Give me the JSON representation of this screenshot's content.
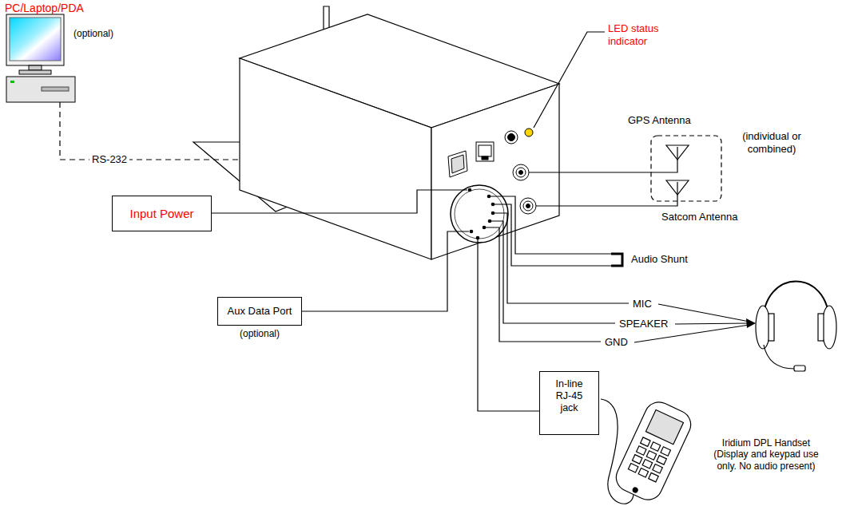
{
  "diagram": {
    "nodes": [
      {
        "text": [
          "Input Power"
        ]
      },
      {
        "text": [
          "Aux Data Port",
          "(optional)"
        ]
      },
      {
        "text": [
          "In-line RJ-45 jack"
        ]
      }
    ],
    "labels": [
      "PC/Laptop/PDA",
      "(optional)",
      "LED status indicator",
      "GPS Antenna",
      "(individual or combined)",
      "RS-232",
      "Satcom Antenna",
      "Audio Shunt",
      "MIC",
      "SPEAKER",
      "GND",
      "Iridium DPL Handset (Display and keypad use only. No audio present)"
    ]
  }
}
